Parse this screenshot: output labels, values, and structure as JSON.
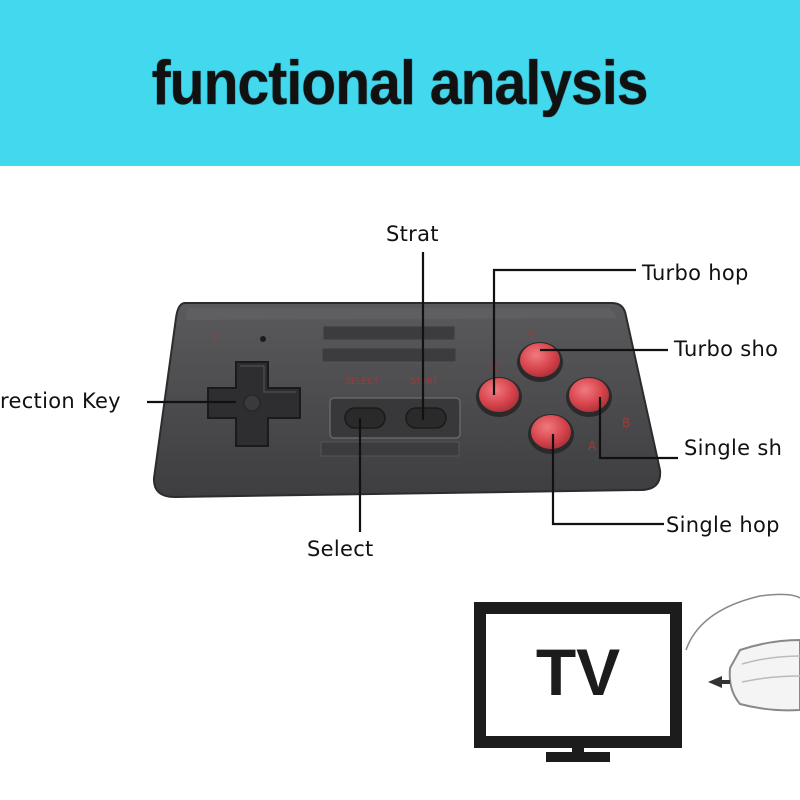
{
  "header": {
    "title": "functional analysis"
  },
  "callouts": {
    "strat": "Strat",
    "turbo_hop": "Turbo hop",
    "turbo_shot": "Turbo sho",
    "direction_key": "rection Key",
    "single_shot": "Single sh",
    "single_hop": "Single hop",
    "select": "Select"
  },
  "controller": {
    "select_label": "SELECT",
    "start_label": "START",
    "player_mark": "1",
    "button_letters": {
      "y": "Y",
      "x": "X",
      "a": "A",
      "b": "B"
    }
  },
  "tv": {
    "label": "TV"
  },
  "colors": {
    "header_bg": "#42d8ee",
    "controller_body": "#4a4a4c",
    "button_red": "#d8454d",
    "label_red": "#a03a3a"
  }
}
